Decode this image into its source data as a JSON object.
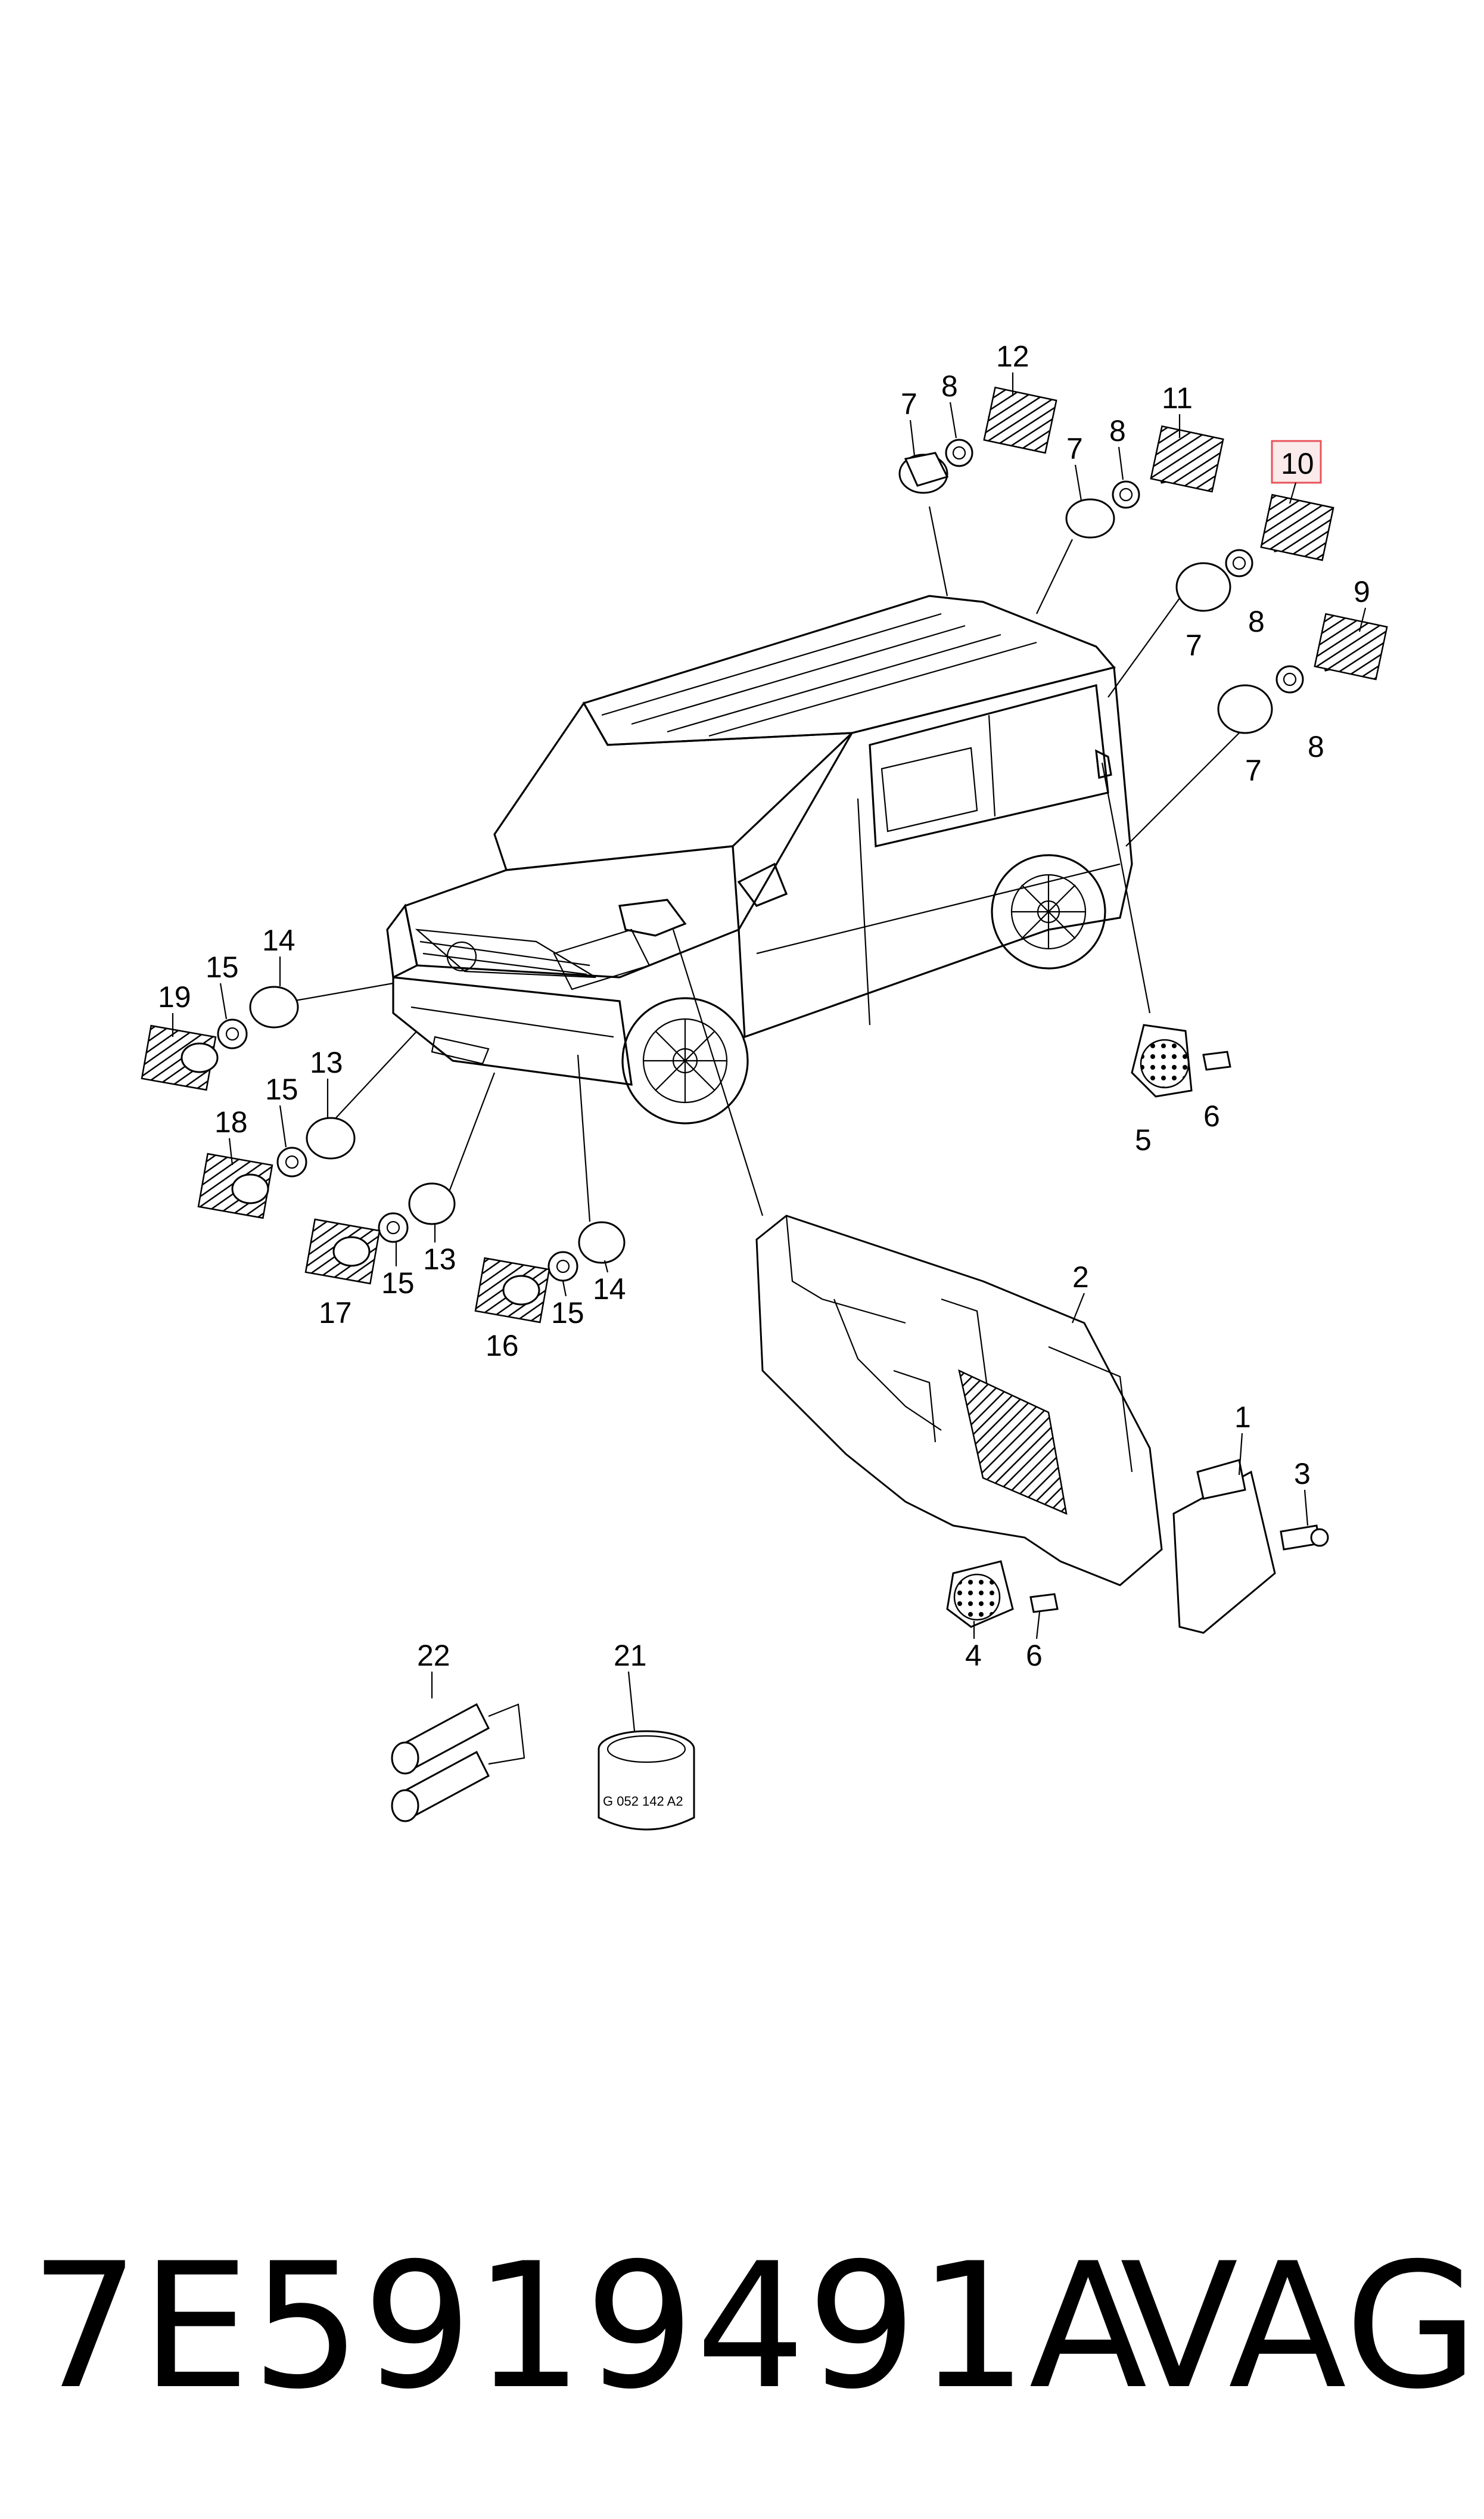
{
  "diagram": {
    "callouts": [
      "1",
      "2",
      "3",
      "4",
      "5",
      "6",
      "6",
      "7",
      "7",
      "7",
      "7",
      "8",
      "8",
      "8",
      "8",
      "9",
      "10",
      "11",
      "12",
      "13",
      "13",
      "14",
      "14",
      "15",
      "15",
      "15",
      "15",
      "16",
      "17",
      "18",
      "19",
      "21",
      "22"
    ],
    "highlighted_callout": "10",
    "highlight_color": "#e7545a",
    "container_stamp": "G 052 142 A2"
  },
  "caption": {
    "part_number": "7E5919491A",
    "brand": "VAG"
  }
}
